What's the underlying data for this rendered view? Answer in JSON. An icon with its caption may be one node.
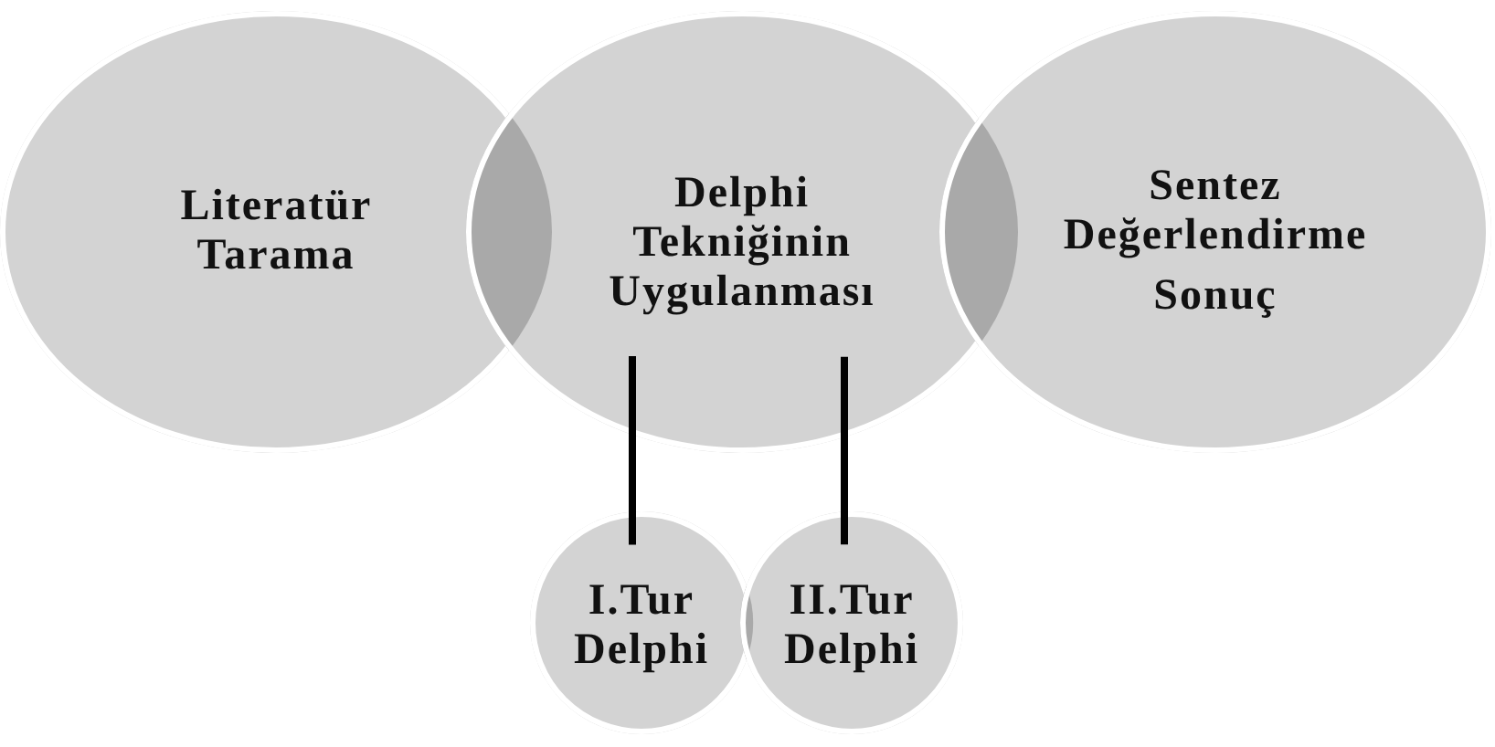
{
  "diagram": {
    "nodes": [
      {
        "text": [
          "Literatür Tarama"
        ]
      },
      {
        "text": [
          "Delphi Tekniğinin Uygulanması"
        ]
      },
      {
        "text": [
          "Sentez Değerlendirme",
          "Sonuç"
        ]
      },
      {
        "text": [
          "I.Tur Delphi"
        ]
      },
      {
        "text": [
          "II.Tur Delphi"
        ]
      }
    ],
    "edges": [
      {
        "from": 1,
        "to": 3,
        "arrow": "none"
      },
      {
        "from": 1,
        "to": 4,
        "arrow": "none"
      }
    ]
  }
}
